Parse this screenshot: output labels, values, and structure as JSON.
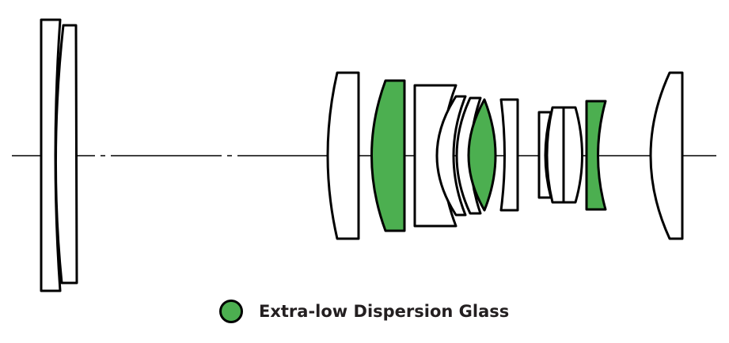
{
  "colors": {
    "extra_low_dispersion": "#4caf50",
    "outline": "#000000",
    "element_fill": "#ffffff",
    "legend_text": "#231f20"
  },
  "legend": {
    "items": [
      {
        "label": "Extra-low Dispersion Glass",
        "color": "#4caf50"
      }
    ]
  },
  "elements": {
    "count": 15,
    "extra_low_dispersion_count": 3
  }
}
